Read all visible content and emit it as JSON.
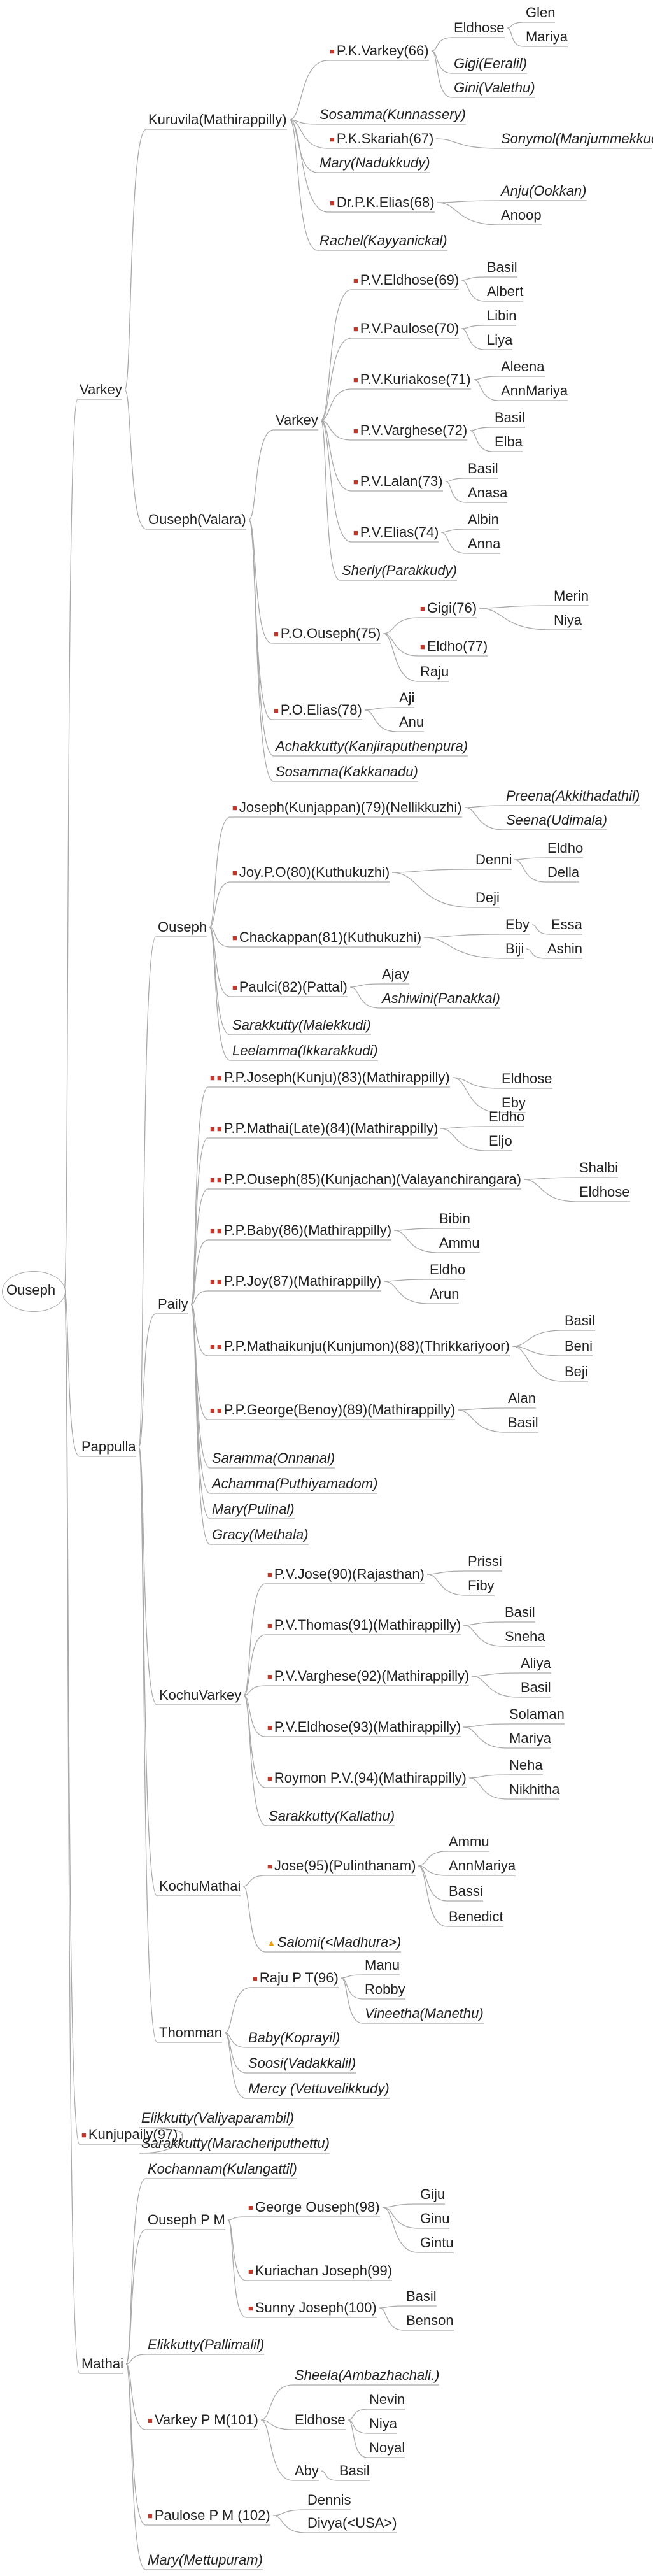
{
  "tree": {
    "root": "Ouseph",
    "nodes": [
      {
        "id": "n0",
        "label": "Varkey",
        "parent": "root"
      },
      {
        "id": "n1",
        "label": "Kuruvila(Mathirappilly)",
        "parent": "n0"
      },
      {
        "id": "n2",
        "label": "P.K.Varkey(66)",
        "parent": "n1",
        "icons": 1
      },
      {
        "id": "n3",
        "label": "Eldhose",
        "parent": "n2"
      },
      {
        "id": "n4",
        "label": "Glen",
        "parent": "n3"
      },
      {
        "id": "n5",
        "label": "Mariya",
        "parent": "n3"
      },
      {
        "id": "n6",
        "label": "Gigi(Eeralil)",
        "parent": "n2",
        "italic": true
      },
      {
        "id": "n7",
        "label": "Gini(Valethu)",
        "parent": "n2",
        "italic": true
      },
      {
        "id": "n8",
        "label": "Sosamma(Kunnassery)",
        "parent": "n1",
        "italic": true
      },
      {
        "id": "n9",
        "label": "P.K.Skariah(67)",
        "parent": "n1",
        "icons": 1
      },
      {
        "id": "n10",
        "label": "Sonymol(Manjummekkudy)",
        "parent": "n9",
        "italic": true
      },
      {
        "id": "n11",
        "label": "Mary(Nadukkudy)",
        "parent": "n1",
        "italic": true
      },
      {
        "id": "n12",
        "label": "Dr.P.K.Elias(68)",
        "parent": "n1",
        "icons": 1
      },
      {
        "id": "n13",
        "label": "Anju(Ookkan)",
        "parent": "n12",
        "italic": true
      },
      {
        "id": "n14",
        "label": "Anoop",
        "parent": "n12"
      },
      {
        "id": "n15",
        "label": "Rachel(Kayyanickal)",
        "parent": "n1",
        "italic": true
      },
      {
        "id": "n16",
        "label": "Ouseph(Valara)",
        "parent": "n0"
      },
      {
        "id": "n17",
        "label": "Varkey",
        "parent": "n16"
      },
      {
        "id": "n18",
        "label": "P.V.Eldhose(69)",
        "parent": "n17",
        "icons": 1
      },
      {
        "id": "n19",
        "label": "Basil",
        "parent": "n18"
      },
      {
        "id": "n20",
        "label": "Albert",
        "parent": "n18"
      },
      {
        "id": "n21",
        "label": "P.V.Paulose(70)",
        "parent": "n17",
        "icons": 1
      },
      {
        "id": "n22",
        "label": "Libin",
        "parent": "n21"
      },
      {
        "id": "n23",
        "label": "Liya",
        "parent": "n21"
      },
      {
        "id": "n24",
        "label": "P.V.Kuriakose(71)",
        "parent": "n17",
        "icons": 1
      },
      {
        "id": "n25",
        "label": "Aleena",
        "parent": "n24"
      },
      {
        "id": "n26",
        "label": "AnnMariya",
        "parent": "n24"
      },
      {
        "id": "n27",
        "label": "P.V.Varghese(72)",
        "parent": "n17",
        "icons": 1
      },
      {
        "id": "n28",
        "label": "Basil",
        "parent": "n27"
      },
      {
        "id": "n29",
        "label": "Elba",
        "parent": "n27"
      },
      {
        "id": "n30",
        "label": "P.V.Lalan(73)",
        "parent": "n17",
        "icons": 1
      },
      {
        "id": "n31",
        "label": "Basil",
        "parent": "n30"
      },
      {
        "id": "n32",
        "label": "Anasa",
        "parent": "n30"
      },
      {
        "id": "n33",
        "label": "P.V.Elias(74)",
        "parent": "n17",
        "icons": 1
      },
      {
        "id": "n34",
        "label": "Albin",
        "parent": "n33"
      },
      {
        "id": "n35",
        "label": "Anna",
        "parent": "n33"
      },
      {
        "id": "n36",
        "label": "Sherly(Parakkudy)",
        "parent": "n17",
        "italic": true
      },
      {
        "id": "n37",
        "label": "P.O.Ouseph(75)",
        "parent": "n16",
        "icons": 1
      },
      {
        "id": "n38",
        "label": "Gigi(76)",
        "parent": "n37",
        "icons": 1
      },
      {
        "id": "n39",
        "label": "Merin",
        "parent": "n38"
      },
      {
        "id": "n40",
        "label": "Niya",
        "parent": "n38"
      },
      {
        "id": "n41",
        "label": "Eldho(77)",
        "parent": "n37",
        "icons": 1
      },
      {
        "id": "n42",
        "label": "Raju",
        "parent": "n37"
      },
      {
        "id": "n43",
        "label": "P.O.Elias(78)",
        "parent": "n16",
        "icons": 1
      },
      {
        "id": "n44",
        "label": "Aji",
        "parent": "n43"
      },
      {
        "id": "n45",
        "label": "Anu",
        "parent": "n43"
      },
      {
        "id": "n46",
        "label": "Achakkutty(Kanjiraputhenpura)",
        "parent": "n16",
        "italic": true
      },
      {
        "id": "n47",
        "label": "Sosamma(Kakkanadu)",
        "parent": "n16",
        "italic": true
      },
      {
        "id": "n48",
        "label": "Pappulla",
        "parent": "root"
      },
      {
        "id": "n49",
        "label": "Ouseph",
        "parent": "n48"
      },
      {
        "id": "n50",
        "label": "Joseph(Kunjappan)(79)(Nellikkuzhi)",
        "parent": "n49",
        "icons": 1
      },
      {
        "id": "n51",
        "label": "Preena(Akkithadathil)",
        "parent": "n50",
        "italic": true
      },
      {
        "id": "n52",
        "label": "Seena(Udimala)",
        "parent": "n50",
        "italic": true
      },
      {
        "id": "n53",
        "label": "Joy.P.O(80)(Kuthukuzhi)",
        "parent": "n49",
        "icons": 1
      },
      {
        "id": "n54",
        "label": "Denni",
        "parent": "n53"
      },
      {
        "id": "n55",
        "label": "Eldho",
        "parent": "n54"
      },
      {
        "id": "n56",
        "label": "Della",
        "parent": "n54"
      },
      {
        "id": "n57",
        "label": "Deji",
        "parent": "n53"
      },
      {
        "id": "n58",
        "label": "Chackappan(81)(Kuthukuzhi)",
        "parent": "n49",
        "icons": 1
      },
      {
        "id": "n59",
        "label": "Eby",
        "parent": "n58"
      },
      {
        "id": "n60",
        "label": "Essa",
        "parent": "n59"
      },
      {
        "id": "n61",
        "label": "Biji",
        "parent": "n58"
      },
      {
        "id": "n62",
        "label": "Ashin",
        "parent": "n61"
      },
      {
        "id": "n63",
        "label": "Paulci(82)(Pattal)",
        "parent": "n49",
        "icons": 1
      },
      {
        "id": "n64",
        "label": "Ajay",
        "parent": "n63"
      },
      {
        "id": "n65",
        "label": "Ashiwini(Panakkal)",
        "parent": "n63",
        "italic": true
      },
      {
        "id": "n66",
        "label": "Sarakkutty(Malekkudi)",
        "parent": "n49",
        "italic": true
      },
      {
        "id": "n67",
        "label": "Leelamma(Ikkarakkudi)",
        "parent": "n49",
        "italic": true
      },
      {
        "id": "n68",
        "label": "Paily",
        "parent": "n48"
      },
      {
        "id": "n69",
        "label": "P.P.Joseph(Kunju)(83)(Mathirappilly)",
        "parent": "n68",
        "icons": 2
      },
      {
        "id": "n70",
        "label": "Eldhose",
        "parent": "n69"
      },
      {
        "id": "n71",
        "label": "Eby",
        "parent": "n69"
      },
      {
        "id": "n72",
        "label": "P.P.Mathai(Late)(84)(Mathirappilly)",
        "parent": "n68",
        "icons": 2
      },
      {
        "id": "n73",
        "label": "Eldho",
        "parent": "n72"
      },
      {
        "id": "n74",
        "label": "Eljo",
        "parent": "n72"
      },
      {
        "id": "n75",
        "label": "P.P.Ouseph(85)(Kunjachan)(Valayanchirangara)",
        "parent": "n68",
        "icons": 2
      },
      {
        "id": "n76",
        "label": "Shalbi",
        "parent": "n75"
      },
      {
        "id": "n77",
        "label": "Eldhose",
        "parent": "n75"
      },
      {
        "id": "n78",
        "label": "P.P.Baby(86)(Mathirappilly)",
        "parent": "n68",
        "icons": 2
      },
      {
        "id": "n79",
        "label": "Bibin",
        "parent": "n78"
      },
      {
        "id": "n80",
        "label": "Ammu",
        "parent": "n78"
      },
      {
        "id": "n81",
        "label": "P.P.Joy(87)(Mathirappilly)",
        "parent": "n68",
        "icons": 2
      },
      {
        "id": "n82",
        "label": "Eldho",
        "parent": "n81"
      },
      {
        "id": "n83",
        "label": "Arun",
        "parent": "n81"
      },
      {
        "id": "n84",
        "label": "P.P.Mathaikunju(Kunjumon)(88)(Thrikkariyoor)",
        "parent": "n68",
        "icons": 2
      },
      {
        "id": "n85",
        "label": "Basil",
        "parent": "n84"
      },
      {
        "id": "n86",
        "label": "Beni",
        "parent": "n84"
      },
      {
        "id": "n87",
        "label": "Beji",
        "parent": "n84"
      },
      {
        "id": "n88",
        "label": "P.P.George(Benoy)(89)(Mathirappilly)",
        "parent": "n68",
        "icons": 2
      },
      {
        "id": "n89",
        "label": "Alan",
        "parent": "n88"
      },
      {
        "id": "n90",
        "label": "Basil",
        "parent": "n88"
      },
      {
        "id": "n91",
        "label": "Saramma(Onnanal)",
        "parent": "n68",
        "italic": true
      },
      {
        "id": "n92",
        "label": "Achamma(Puthiyamadom)",
        "parent": "n68",
        "italic": true
      },
      {
        "id": "n93",
        "label": "Mary(Pulinal)",
        "parent": "n68",
        "italic": true
      },
      {
        "id": "n94",
        "label": "Gracy(Methala)",
        "parent": "n68",
        "italic": true
      },
      {
        "id": "n95",
        "label": "KochuVarkey",
        "parent": "n48"
      },
      {
        "id": "n96",
        "label": "P.V.Jose(90)(Rajasthan)",
        "parent": "n95",
        "icons": 1
      },
      {
        "id": "n97",
        "label": "Prissi",
        "parent": "n96"
      },
      {
        "id": "n98",
        "label": "Fiby",
        "parent": "n96"
      },
      {
        "id": "n99",
        "label": "P.V.Thomas(91)(Mathirappilly)",
        "parent": "n95",
        "icons": 1
      },
      {
        "id": "n100",
        "label": "Basil",
        "parent": "n99"
      },
      {
        "id": "n101",
        "label": "Sneha",
        "parent": "n99"
      },
      {
        "id": "n102",
        "label": "P.V.Varghese(92)(Mathirappilly)",
        "parent": "n95",
        "icons": 1
      },
      {
        "id": "n103",
        "label": "Aliya",
        "parent": "n102"
      },
      {
        "id": "n104",
        "label": "Basil",
        "parent": "n102"
      },
      {
        "id": "n105",
        "label": "P.V.Eldhose(93)(Mathirappilly)",
        "parent": "n95",
        "icons": 1
      },
      {
        "id": "n106",
        "label": "Solaman",
        "parent": "n105"
      },
      {
        "id": "n107",
        "label": "Mariya",
        "parent": "n105"
      },
      {
        "id": "n108",
        "label": "Roymon P.V.(94)(Mathirappilly)",
        "parent": "n95",
        "icons": 1
      },
      {
        "id": "n109",
        "label": "Neha",
        "parent": "n108"
      },
      {
        "id": "n110",
        "label": "Nikhitha",
        "parent": "n108"
      },
      {
        "id": "n111",
        "label": "Sarakkutty(Kallathu)",
        "parent": "n95",
        "italic": true
      },
      {
        "id": "n112",
        "label": "KochuMathai",
        "parent": "n48"
      },
      {
        "id": "n113",
        "label": "Jose(95)(Pulinthanam)",
        "parent": "n112",
        "icons": 1
      },
      {
        "id": "n114",
        "label": "Ammu",
        "parent": "n113"
      },
      {
        "id": "n115",
        "label": "AnnMariya",
        "parent": "n113"
      },
      {
        "id": "n116",
        "label": "Bassi",
        "parent": "n113"
      },
      {
        "id": "n117",
        "label": "Benedict",
        "parent": "n113"
      },
      {
        "id": "n118",
        "label": "Salomi(<Madhura>)",
        "parent": "n112",
        "italic": true,
        "warn": true
      },
      {
        "id": "n119",
        "label": "Thomman",
        "parent": "n48"
      },
      {
        "id": "n120",
        "label": "Raju P T(96)",
        "parent": "n119",
        "icons": 1
      },
      {
        "id": "n121",
        "label": "Manu",
        "parent": "n120"
      },
      {
        "id": "n122",
        "label": "Robby",
        "parent": "n120"
      },
      {
        "id": "n123",
        "label": "Vineetha(Manethu)",
        "parent": "n120",
        "italic": true
      },
      {
        "id": "n124",
        "label": "Baby(Koprayil)",
        "parent": "n119",
        "italic": true
      },
      {
        "id": "n125",
        "label": "Soosi(Vadakkalil)",
        "parent": "n119",
        "italic": true
      },
      {
        "id": "n126",
        "label": "Mercy (Vettuvelikkudy)",
        "parent": "n119",
        "italic": true
      },
      {
        "id": "n127",
        "label": "Kunjupaily(97)",
        "parent": "root",
        "icons": 1
      },
      {
        "id": "n128",
        "label": "Elikkutty(Valiyaparambil)",
        "parent": "n127",
        "italic": true
      },
      {
        "id": "n129",
        "label": "Sarakkutty(Maracheriputhettu)",
        "parent": "n127",
        "italic": true
      },
      {
        "id": "n130",
        "label": "Mathai",
        "parent": "root"
      },
      {
        "id": "n131",
        "label": "Kochannam(Kulangattil)",
        "parent": "n130",
        "italic": true
      },
      {
        "id": "n132",
        "label": "Ouseph P M",
        "parent": "n130"
      },
      {
        "id": "n133",
        "label": "George Ouseph(98)",
        "parent": "n132",
        "icons": 1
      },
      {
        "id": "n134",
        "label": "Giju",
        "parent": "n133"
      },
      {
        "id": "n135",
        "label": "Ginu",
        "parent": "n133"
      },
      {
        "id": "n136",
        "label": "Gintu",
        "parent": "n133"
      },
      {
        "id": "n137",
        "label": "Kuriachan Joseph(99)",
        "parent": "n132",
        "icons": 1
      },
      {
        "id": "n138",
        "label": "Sunny Joseph(100)",
        "parent": "n132",
        "icons": 1
      },
      {
        "id": "n139",
        "label": "Basil",
        "parent": "n138"
      },
      {
        "id": "n140",
        "label": "Benson",
        "parent": "n138"
      },
      {
        "id": "n141",
        "label": "Elikkutty(Pallimalil)",
        "parent": "n130",
        "italic": true
      },
      {
        "id": "n142",
        "label": "Varkey P M(101)",
        "parent": "n130",
        "icons": 1
      },
      {
        "id": "n143",
        "label": "Sheela(Ambazhachali.)",
        "parent": "n142",
        "italic": true
      },
      {
        "id": "n144",
        "label": "Eldhose",
        "parent": "n142"
      },
      {
        "id": "n145",
        "label": "Nevin",
        "parent": "n144"
      },
      {
        "id": "n146",
        "label": "Niya",
        "parent": "n144"
      },
      {
        "id": "n147",
        "label": "Noyal",
        "parent": "n144"
      },
      {
        "id": "n148",
        "label": "Aby",
        "parent": "n142"
      },
      {
        "id": "n149",
        "label": "Basil",
        "parent": "n148"
      },
      {
        "id": "n150",
        "label": "Paulose P M (102)",
        "parent": "n130",
        "icons": 1
      },
      {
        "id": "n151",
        "label": "Dennis",
        "parent": "n150"
      },
      {
        "id": "n152",
        "label": "Divya(<USA>)",
        "parent": "n150"
      },
      {
        "id": "n153",
        "label": "Mary(Mettupuram)",
        "parent": "n130",
        "italic": true
      }
    ]
  },
  "colors": {
    "line": "#a9a9a9",
    "text": "#222222",
    "icon": "#c0392b",
    "warn": "#f39c12"
  },
  "icons": {
    "person": "person-icon",
    "warning": "warning-icon"
  }
}
